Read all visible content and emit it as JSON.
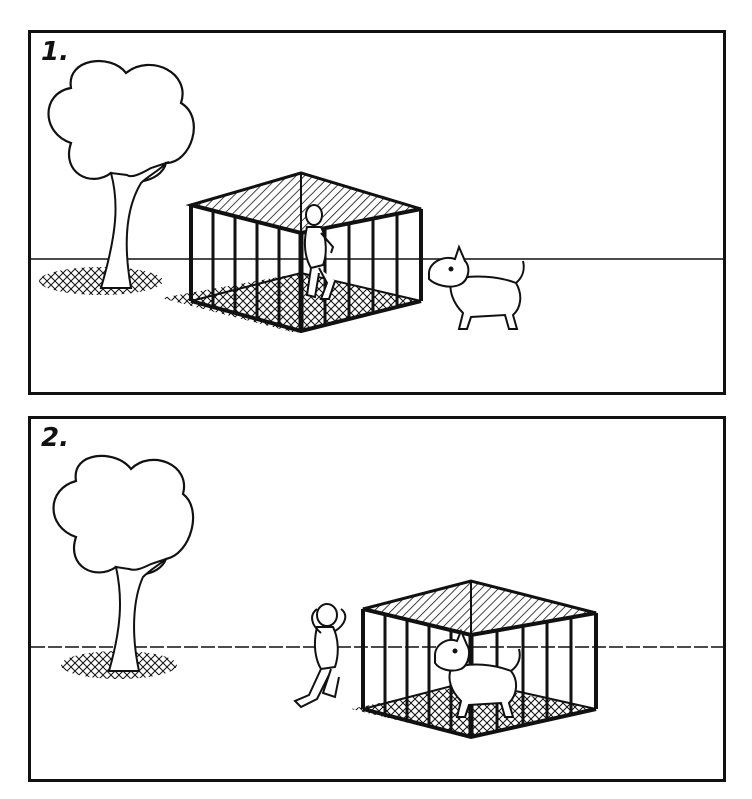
{
  "panels": [
    {
      "number": "1."
    },
    {
      "number": "2."
    }
  ],
  "colors": {
    "ink": "#111111",
    "paper": "#ffffff"
  },
  "scenes": [
    {
      "objects": [
        "tree",
        "cage",
        "person-inside-cage",
        "dog"
      ]
    },
    {
      "objects": [
        "tree",
        "cage",
        "dog-inside-cage",
        "person"
      ]
    }
  ]
}
